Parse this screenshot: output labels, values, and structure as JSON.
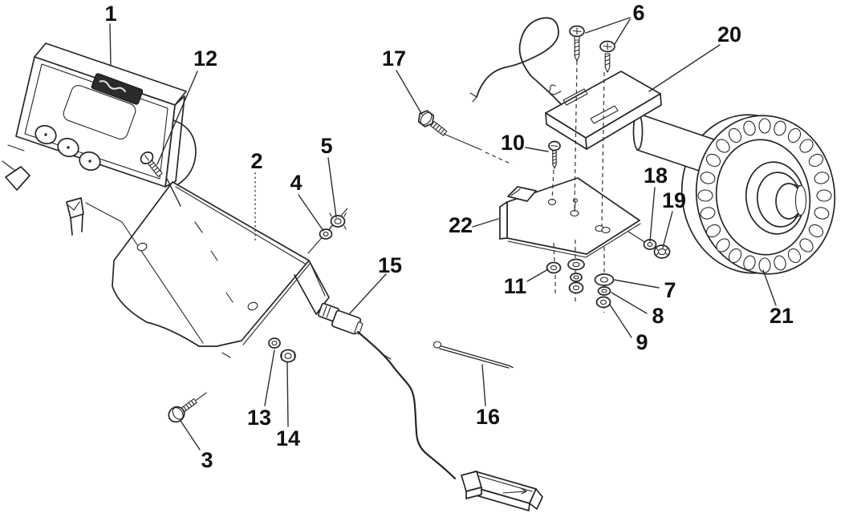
{
  "figure": {
    "kind": "exploded-parts-line-drawing",
    "background_color": "#ffffff",
    "ink_color": "#262626",
    "callout_count": 22
  },
  "callouts": [
    {
      "number": "1",
      "part": "monitor-console"
    },
    {
      "number": "2",
      "part": "mounting-bracket-plate"
    },
    {
      "number": "3",
      "part": "hex-bolt"
    },
    {
      "number": "4",
      "part": "flat-washer"
    },
    {
      "number": "5",
      "part": "lock-nut"
    },
    {
      "number": "6",
      "part": "mounting-screws"
    },
    {
      "number": "7",
      "part": "flat-washer"
    },
    {
      "number": "8",
      "part": "lock-washer"
    },
    {
      "number": "9",
      "part": "hex-nut"
    },
    {
      "number": "10",
      "part": "machine-screw"
    },
    {
      "number": "11",
      "part": "hex-nut"
    },
    {
      "number": "12",
      "part": "console-thumb-screw"
    },
    {
      "number": "13",
      "part": "jam-nut"
    },
    {
      "number": "14",
      "part": "lock-nut"
    },
    {
      "number": "15",
      "part": "inline-cable-connector"
    },
    {
      "number": "16",
      "part": "cable-tie"
    },
    {
      "number": "17",
      "part": "hex-bolt"
    },
    {
      "number": "18",
      "part": "hex-nut"
    },
    {
      "number": "19",
      "part": "flange-lock-nut"
    },
    {
      "number": "20",
      "part": "sensor-cover-plate"
    },
    {
      "number": "21",
      "part": "sensor-wheel"
    },
    {
      "number": "22",
      "part": "sensor-angle-bracket"
    }
  ]
}
